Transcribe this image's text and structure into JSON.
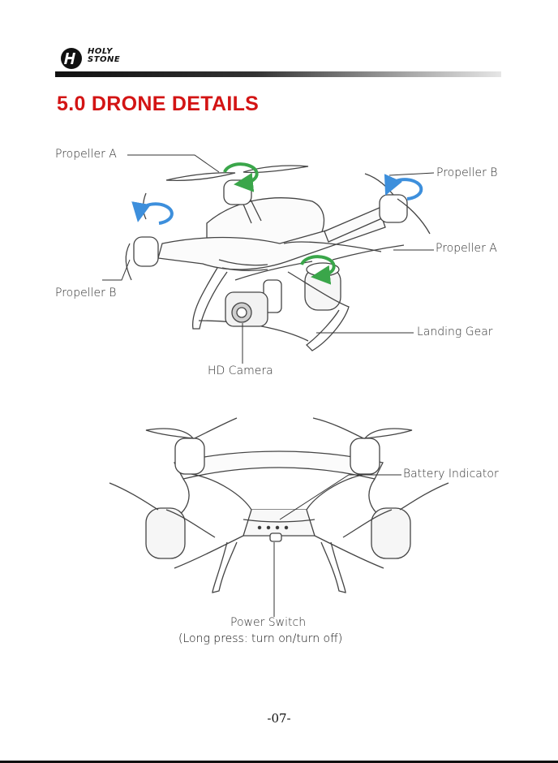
{
  "header": {
    "brand_line1": "HOLY",
    "brand_line2": "STONE"
  },
  "title": "5.0 DRONE DETAILS",
  "labels": {
    "propeller_a_top": "Propeller A",
    "propeller_b_top": "Propeller B",
    "propeller_a_right": "Propeller A",
    "propeller_b_left": "Propeller B",
    "landing_gear": "Landing Gear",
    "hd_camera": "HD Camera",
    "battery_indicator": "Battery Indicator",
    "power_switch": "Power Switch",
    "power_switch_note": "(Long press: turn on/turn off)"
  },
  "page_number": "-07-",
  "colors": {
    "title": "#d31414",
    "rotation_a": "#3aa64a",
    "rotation_b": "#3d8fdc"
  }
}
